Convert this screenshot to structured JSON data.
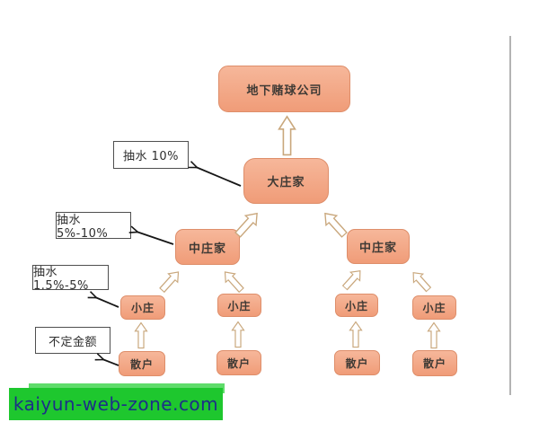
{
  "colors": {
    "node_fill_top": "#f6b79a",
    "node_fill_bottom": "#f09c78",
    "node_border": "#de8e6a",
    "node_text": "#3f3a35",
    "hollow_arrow_outline": "#c9a77c",
    "black_arrow": "#161616",
    "annotation_border": "#4f4f4f",
    "annotation_text": "#2e2e2e",
    "watermark_green": "#1ec72e",
    "watermark_green_light": "#5fdc6b",
    "watermark_text": "#1c2f87",
    "divider_gray": "#b3b3b3"
  },
  "nodes": {
    "company": {
      "label": "地下赌球公司"
    },
    "big_banker": {
      "label": "大庄家"
    },
    "mid_banker_left": {
      "label": "中庄家"
    },
    "mid_banker_right": {
      "label": "中庄家"
    },
    "small_banker_1": {
      "label": "小庄"
    },
    "small_banker_2": {
      "label": "小庄"
    },
    "small_banker_3": {
      "label": "小庄"
    },
    "small_banker_4": {
      "label": "小庄"
    },
    "retail_1": {
      "label": "散户"
    },
    "retail_2": {
      "label": "散户"
    },
    "retail_3": {
      "label": "散户"
    },
    "retail_4": {
      "label": "散户"
    }
  },
  "annotations": {
    "rake_top": {
      "label": "抽水 10%"
    },
    "rake_mid": {
      "label": "抽水 5%-10%"
    },
    "rake_small": {
      "label": "抽水 1.5%-5%"
    },
    "retail_amount": {
      "label": "不定金额"
    }
  },
  "watermark": {
    "text": "kaiyun-web-zone.com"
  }
}
